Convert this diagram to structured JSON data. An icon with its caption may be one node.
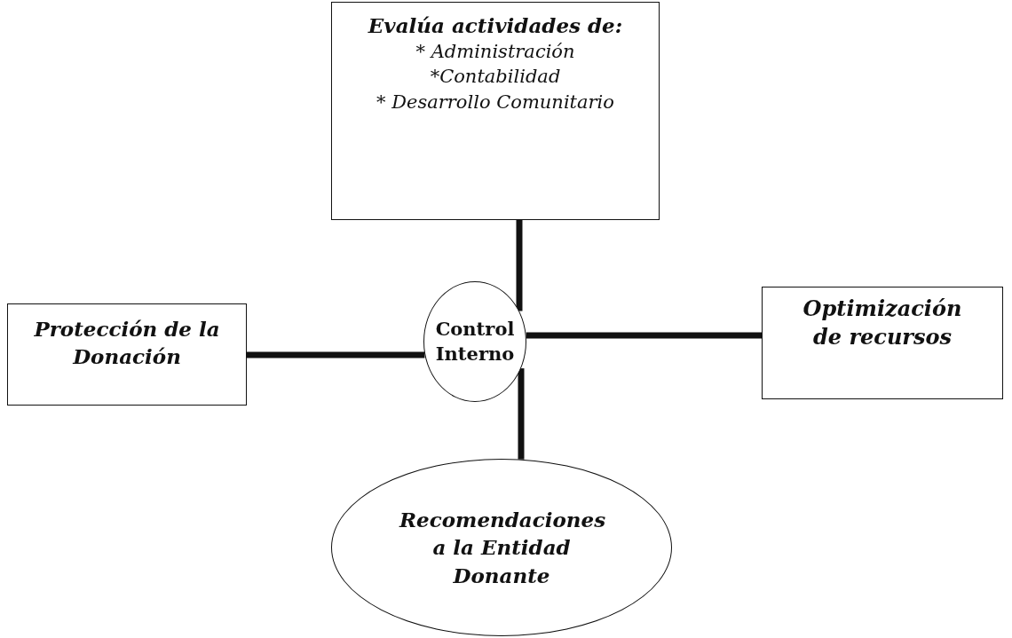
{
  "diagram": {
    "nodes": [
      {
        "text": [
          "Evalúa actividades de:",
          "* Administración",
          "*Contabilidad",
          "* Desarrollo Comunitario"
        ]
      },
      {
        "text": [
          "Protección de la Donación"
        ]
      },
      {
        "text": [
          "Control Interno"
        ]
      },
      {
        "text": [
          "Optimización de recursos"
        ]
      },
      {
        "text": [
          "Recomendaciones a la Entidad Donante"
        ]
      }
    ],
    "edges": [
      {
        "from": 2,
        "to": 0,
        "arrow": "none"
      },
      {
        "from": 2,
        "to": 1,
        "arrow": "none"
      },
      {
        "from": 2,
        "to": 3,
        "arrow": "none"
      },
      {
        "from": 2,
        "to": 4,
        "arrow": "none"
      }
    ]
  }
}
